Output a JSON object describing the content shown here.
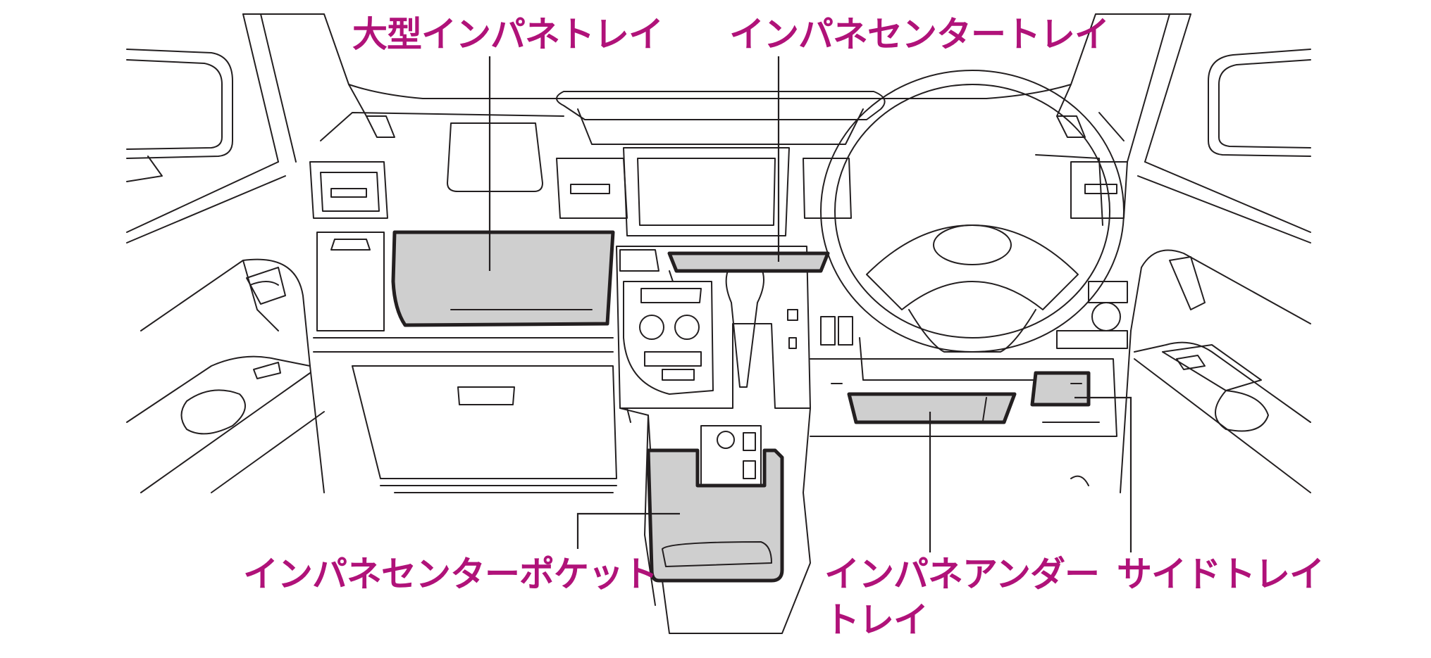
{
  "labels": {
    "large_dash_tray": "大型インパネトレイ",
    "dash_center_tray": "インパネセンタートレイ",
    "dash_center_pocket": "インパネセンターポケット",
    "dash_under_tray_line1": "インパネアンダー",
    "dash_under_tray_line2": "トレイ",
    "side_tray": "サイドトレイ"
  },
  "colors": {
    "label": "#b01279",
    "line": "#231f20",
    "tray_fill": "#cfcfcf",
    "background": "#ffffff"
  }
}
